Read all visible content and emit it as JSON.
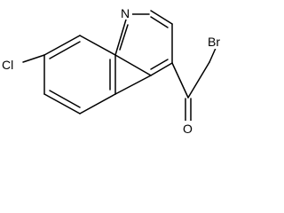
{
  "molecule": {
    "atoms": {
      "nitrogen": "N",
      "chlorine": "Cl",
      "bromine": "Br",
      "oxygen": "O"
    }
  },
  "colors": {
    "bond": "#000000",
    "label": "#000000",
    "background": "#ffffff"
  }
}
